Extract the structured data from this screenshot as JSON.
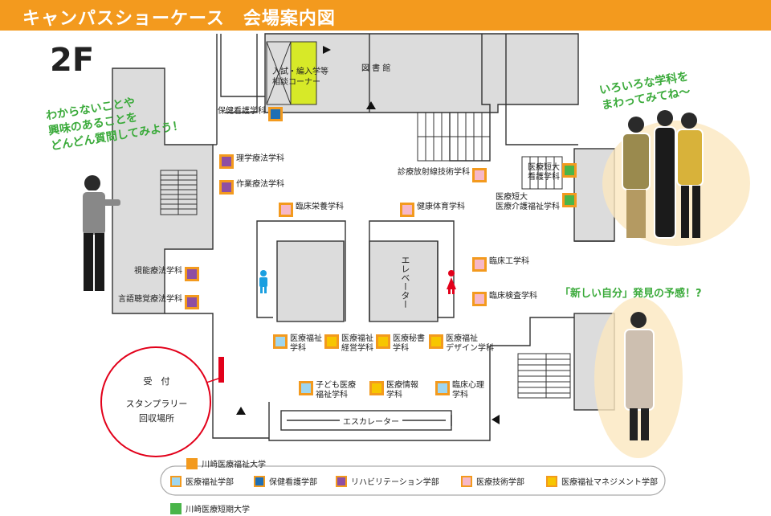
{
  "header": {
    "title": "キャンパスショーケース　会場案内図"
  },
  "floor": {
    "label": "2F"
  },
  "rooms": {
    "consult": "入試・編入学等\n相談コーナー",
    "library": "図 書 館",
    "elevator": "エレベーター",
    "escalator": "エスカレーター"
  },
  "reception": {
    "line1": "受　付",
    "line2": "スタンプラリー",
    "line3": "回収場所"
  },
  "speech": {
    "left": "わからないことや\n興味のあることを\nどんどん質問してみよう！",
    "right": "いろいろな学科を\nまわってみてね～",
    "bottom": "「新しい自分」発見の予感！?"
  },
  "departments": [
    {
      "label": "保健看護学科",
      "fill": "#1f6fb5"
    },
    {
      "label": "理学療法学科",
      "fill": "#8e4fa3"
    },
    {
      "label": "作業療法学科",
      "fill": "#8e4fa3"
    },
    {
      "label": "臨床栄養学科",
      "fill": "#f6b8c8"
    },
    {
      "label": "健康体育学科",
      "fill": "#f6b8c8"
    },
    {
      "label": "診療放射線技術学科",
      "fill": "#f6b8c8"
    },
    {
      "label": "医療短大\n看護学科",
      "fill": "#49b549"
    },
    {
      "label": "医療短大\n医療介護福祉学科",
      "fill": "#49b549"
    },
    {
      "label": "視能療法学科",
      "fill": "#8e4fa3"
    },
    {
      "label": "言語聴覚療法学科",
      "fill": "#8e4fa3"
    },
    {
      "label": "臨床工学科",
      "fill": "#f6b8c8"
    },
    {
      "label": "臨床検査学科",
      "fill": "#f6b8c8"
    },
    {
      "label": "医療福祉\n学科",
      "fill": "#9fd6ef"
    },
    {
      "label": "医療福祉\n経営学科",
      "fill": "#f7c600"
    },
    {
      "label": "医療秘書\n学科",
      "fill": "#f7c600"
    },
    {
      "label": "医療福祉\nデザイン学科",
      "fill": "#f7c600"
    },
    {
      "label": "子ども医療\n福祉学科",
      "fill": "#9fd6ef"
    },
    {
      "label": "医療情報\n学科",
      "fill": "#f7c600"
    },
    {
      "label": "臨床心理\n学科",
      "fill": "#9fd6ef"
    }
  ],
  "legend": {
    "univ": {
      "label": "川崎医療福祉大学",
      "color": "#f39a1e"
    },
    "college": {
      "label": "川崎医療短期大学",
      "color": "#49b549"
    },
    "items": [
      {
        "label": "医療福祉学部",
        "fill": "#9fd6ef"
      },
      {
        "label": "保健看護学部",
        "fill": "#1f6fb5"
      },
      {
        "label": "リハビリテーション学部",
        "fill": "#8e4fa3"
      },
      {
        "label": "医療技術学部",
        "fill": "#f6b8c8"
      },
      {
        "label": "医療福祉マネジメント学部",
        "fill": "#f7c600"
      }
    ]
  },
  "colors": {
    "accent": "#f39a1e",
    "speech": "#3aaa3a",
    "reception": "#e2001a",
    "wc_male": "#1a9fe0",
    "wc_female": "#e2001a"
  }
}
